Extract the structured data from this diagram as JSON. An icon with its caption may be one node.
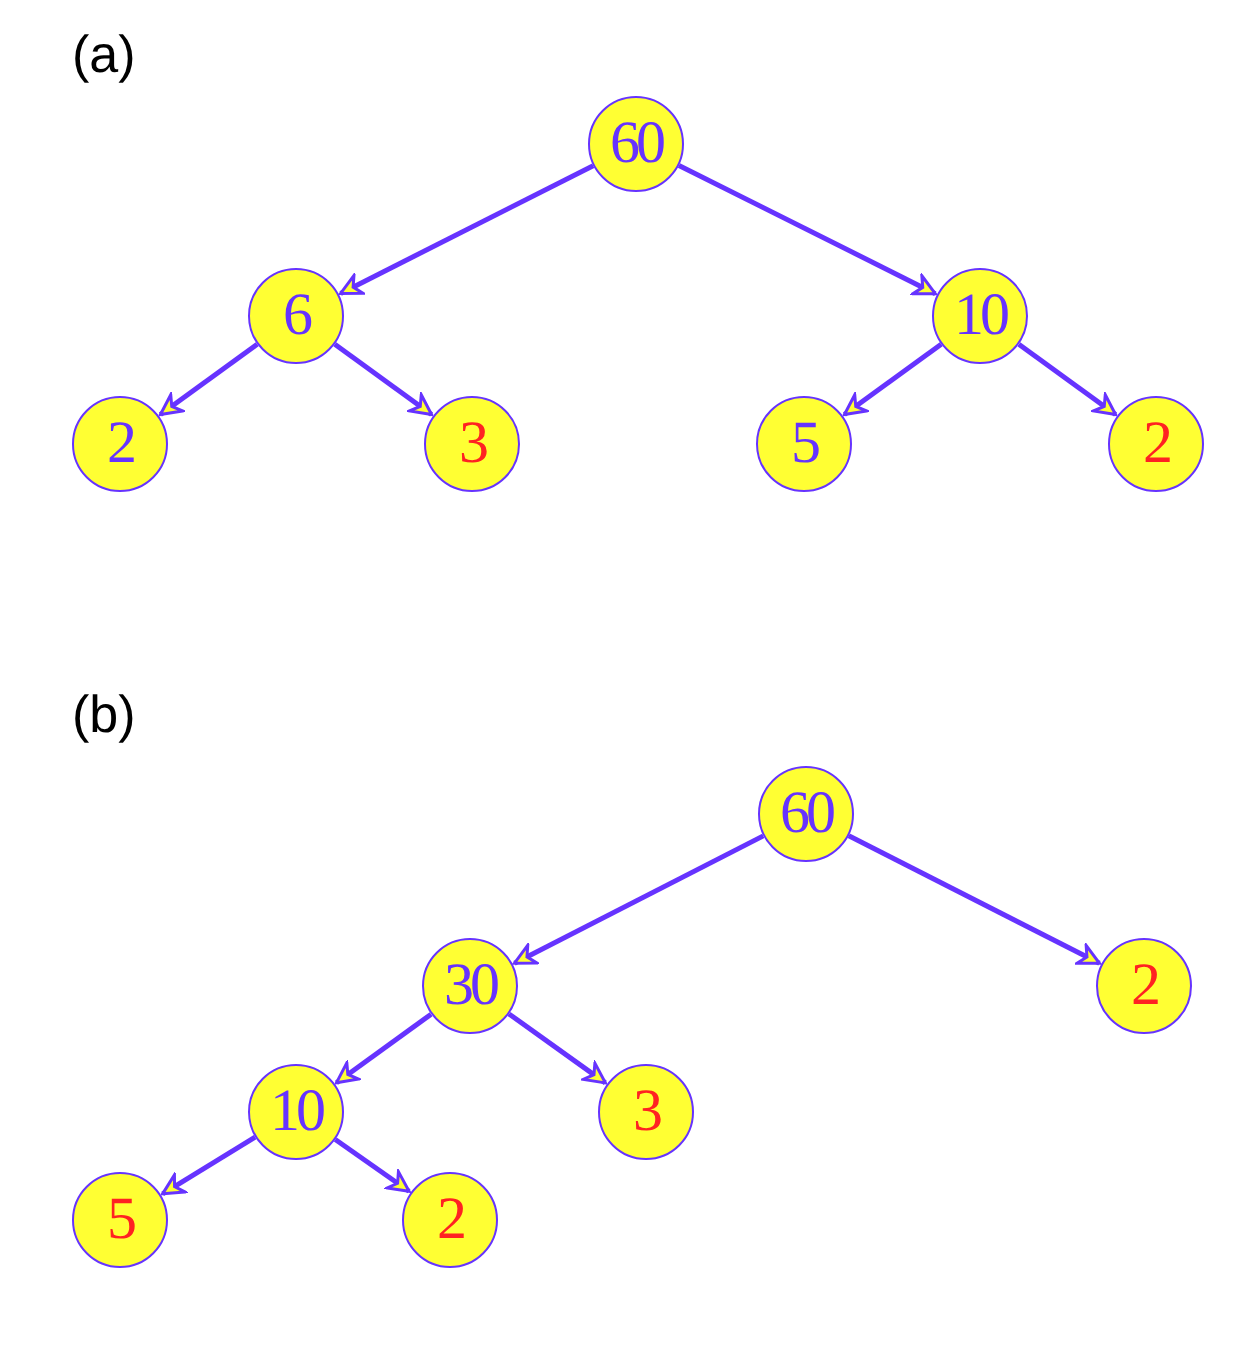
{
  "diagram": {
    "nodes": [
      {
        "text": [
          "60"
        ]
      },
      {
        "text": [
          "6"
        ]
      },
      {
        "text": [
          "10"
        ]
      },
      {
        "text": [
          "2"
        ]
      },
      {
        "text": [
          "3"
        ]
      },
      {
        "text": [
          "5"
        ]
      },
      {
        "text": [
          "2"
        ]
      },
      {
        "text": [
          "60"
        ]
      },
      {
        "text": [
          "30"
        ]
      },
      {
        "text": [
          "2"
        ]
      },
      {
        "text": [
          "10"
        ]
      },
      {
        "text": [
          "3"
        ]
      },
      {
        "text": [
          "5"
        ]
      },
      {
        "text": [
          "2"
        ]
      }
    ],
    "edges": [
      {
        "from": 0,
        "to": 1,
        "arrow": "to"
      },
      {
        "from": 0,
        "to": 2,
        "arrow": "to"
      },
      {
        "from": 1,
        "to": 3,
        "arrow": "to"
      },
      {
        "from": 1,
        "to": 4,
        "arrow": "to"
      },
      {
        "from": 2,
        "to": 5,
        "arrow": "to"
      },
      {
        "from": 2,
        "to": 6,
        "arrow": "to"
      },
      {
        "from": 7,
        "to": 8,
        "arrow": "to"
      },
      {
        "from": 7,
        "to": 9,
        "arrow": "to"
      },
      {
        "from": 8,
        "to": 10,
        "arrow": "to"
      },
      {
        "from": 8,
        "to": 11,
        "arrow": "to"
      },
      {
        "from": 10,
        "to": 12,
        "arrow": "to"
      },
      {
        "from": 10,
        "to": 13,
        "arrow": "to"
      }
    ],
    "labels": [
      "(a)",
      "(b)"
    ]
  }
}
